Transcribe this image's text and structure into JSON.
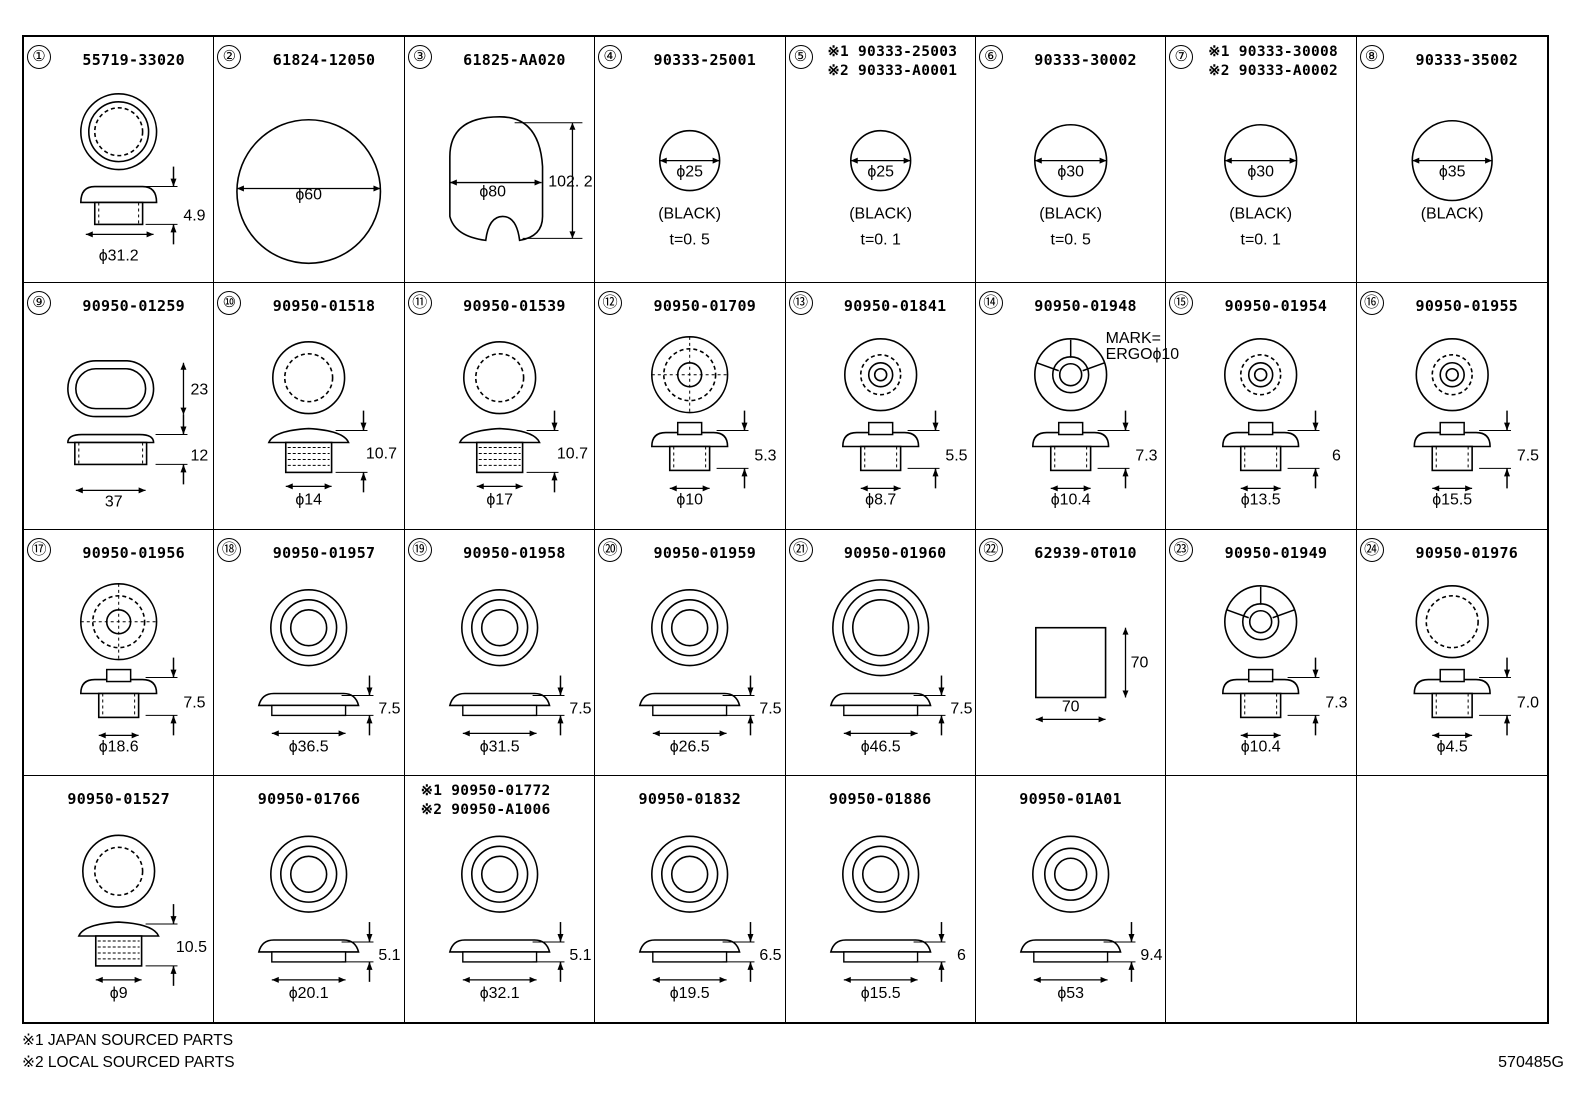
{
  "cells": [
    {
      "num": "①",
      "pn": [
        "55719-33020"
      ],
      "dims": [
        "4.9",
        "ϕ31.2"
      ]
    },
    {
      "num": "②",
      "pn": [
        "61824-12050"
      ],
      "dims": [
        "ϕ60"
      ]
    },
    {
      "num": "③",
      "pn": [
        "61825-AA020"
      ],
      "dims": [
        "ϕ80",
        "102. 2"
      ]
    },
    {
      "num": "④",
      "pn": [
        "90333-25001"
      ],
      "dims": [
        "ϕ25",
        "(BLACK)",
        "t=0. 5"
      ]
    },
    {
      "num": "⑤",
      "pn": [
        "※1 90333-25003",
        "※2 90333-A0001"
      ],
      "dims": [
        "ϕ25",
        "(BLACK)",
        "t=0. 1"
      ]
    },
    {
      "num": "⑥",
      "pn": [
        "90333-30002"
      ],
      "dims": [
        "ϕ30",
        "(BLACK)",
        "t=0. 5"
      ]
    },
    {
      "num": "⑦",
      "pn": [
        "※1 90333-30008",
        "※2 90333-A0002"
      ],
      "dims": [
        "ϕ30",
        "(BLACK)",
        "t=0. 1"
      ]
    },
    {
      "num": "⑧",
      "pn": [
        "90333-35002"
      ],
      "dims": [
        "ϕ35",
        "(BLACK)"
      ]
    },
    {
      "num": "⑨",
      "pn": [
        "90950-01259"
      ],
      "dims": [
        "23",
        "12",
        "37"
      ]
    },
    {
      "num": "⑩",
      "pn": [
        "90950-01518"
      ],
      "dims": [
        "10.7",
        "ϕ14"
      ]
    },
    {
      "num": "⑪",
      "pn": [
        "90950-01539"
      ],
      "dims": [
        "10.7",
        "ϕ17"
      ]
    },
    {
      "num": "⑫",
      "pn": [
        "90950-01709"
      ],
      "dims": [
        "5.3",
        "ϕ10"
      ]
    },
    {
      "num": "⑬",
      "pn": [
        "90950-01841"
      ],
      "dims": [
        "5.5",
        "ϕ8.7"
      ]
    },
    {
      "num": "⑭",
      "pn": [
        "90950-01948"
      ],
      "dims": [
        "7.3",
        "ϕ10.4",
        "MARK=",
        "ERGOϕ10"
      ]
    },
    {
      "num": "⑮",
      "pn": [
        "90950-01954"
      ],
      "dims": [
        "6",
        "ϕ13.5"
      ]
    },
    {
      "num": "⑯",
      "pn": [
        "90950-01955"
      ],
      "dims": [
        "7.5",
        "ϕ15.5"
      ]
    },
    {
      "num": "⑰",
      "pn": [
        "90950-01956"
      ],
      "dims": [
        "7.5",
        "ϕ18.6"
      ]
    },
    {
      "num": "⑱",
      "pn": [
        "90950-01957"
      ],
      "dims": [
        "7.5",
        "ϕ36.5"
      ]
    },
    {
      "num": "⑲",
      "pn": [
        "90950-01958"
      ],
      "dims": [
        "7.5",
        "ϕ31.5"
      ]
    },
    {
      "num": "⑳",
      "pn": [
        "90950-01959"
      ],
      "dims": [
        "7.5",
        "ϕ26.5"
      ]
    },
    {
      "num": "㉑",
      "pn": [
        "90950-01960"
      ],
      "dims": [
        "7.5",
        "ϕ46.5"
      ]
    },
    {
      "num": "㉒",
      "pn": [
        "62939-0T010"
      ],
      "dims": [
        "70",
        "70"
      ]
    },
    {
      "num": "㉓",
      "pn": [
        "90950-01949"
      ],
      "dims": [
        "7.3",
        "ϕ10.4"
      ]
    },
    {
      "num": "㉔",
      "pn": [
        "90950-01976"
      ],
      "dims": [
        "7.0",
        "ϕ4.5"
      ]
    },
    {
      "num": "",
      "pn": [
        "90950-01527"
      ],
      "dims": [
        "10.5",
        "ϕ9"
      ]
    },
    {
      "num": "",
      "pn": [
        "90950-01766"
      ],
      "dims": [
        "5.1",
        "ϕ20.1"
      ]
    },
    {
      "num": "",
      "pn": [
        "※1 90950-01772",
        "※2 90950-A1006"
      ],
      "dims": [
        "5.1",
        "ϕ32.1"
      ]
    },
    {
      "num": "",
      "pn": [
        "90950-01832"
      ],
      "dims": [
        "6.5",
        "ϕ19.5"
      ]
    },
    {
      "num": "",
      "pn": [
        "90950-01886"
      ],
      "dims": [
        "6",
        "ϕ15.5"
      ]
    },
    {
      "num": "",
      "pn": [
        "90950-01A01"
      ],
      "dims": [
        "9.4",
        "ϕ53"
      ]
    },
    {
      "num": "",
      "pn": [],
      "dims": []
    },
    {
      "num": "",
      "pn": [],
      "dims": []
    }
  ],
  "notes": [
    "※1 JAPAN SOURCED PARTS",
    "※2 LOCAL SOURCED PARTS"
  ],
  "ref_code": "570485G"
}
